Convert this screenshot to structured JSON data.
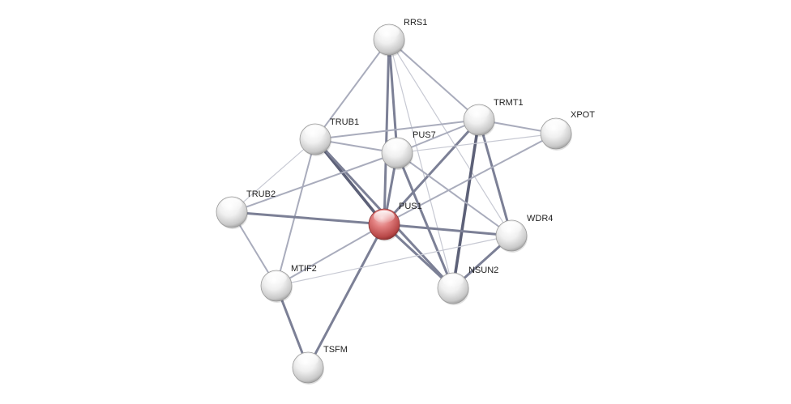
{
  "network": {
    "nodes": [
      {
        "id": "RRS1",
        "label": "RRS1",
        "color": "white"
      },
      {
        "id": "TRMT1",
        "label": "TRMT1",
        "color": "white"
      },
      {
        "id": "XPOT",
        "label": "XPOT",
        "color": "white"
      },
      {
        "id": "TRUB1",
        "label": "TRUB1",
        "color": "white"
      },
      {
        "id": "PUS7",
        "label": "PUS7",
        "color": "white"
      },
      {
        "id": "TRUB2",
        "label": "TRUB2",
        "color": "white"
      },
      {
        "id": "PUS1",
        "label": "PUS1",
        "color": "red"
      },
      {
        "id": "WDR4",
        "label": "WDR4",
        "color": "white"
      },
      {
        "id": "MTIF2",
        "label": "MTIF2",
        "color": "white"
      },
      {
        "id": "NSUN2",
        "label": "NSUN2",
        "color": "white"
      },
      {
        "id": "TSFM",
        "label": "TSFM",
        "color": "white"
      }
    ],
    "edges": [
      {
        "source": "RRS1",
        "target": "TRUB1",
        "strength": 2
      },
      {
        "source": "RRS1",
        "target": "PUS7",
        "strength": 3
      },
      {
        "source": "RRS1",
        "target": "PUS1",
        "strength": 3
      },
      {
        "source": "RRS1",
        "target": "TRMT1",
        "strength": 2
      },
      {
        "source": "RRS1",
        "target": "WDR4",
        "strength": 1
      },
      {
        "source": "RRS1",
        "target": "NSUN2",
        "strength": 1
      },
      {
        "source": "TRMT1",
        "target": "TRUB1",
        "strength": 2
      },
      {
        "source": "TRMT1",
        "target": "PUS7",
        "strength": 2
      },
      {
        "source": "TRMT1",
        "target": "XPOT",
        "strength": 2
      },
      {
        "source": "TRMT1",
        "target": "PUS1",
        "strength": 3
      },
      {
        "source": "TRMT1",
        "target": "NSUN2",
        "strength": 4
      },
      {
        "source": "TRMT1",
        "target": "WDR4",
        "strength": 3
      },
      {
        "source": "XPOT",
        "target": "PUS7",
        "strength": 1
      },
      {
        "source": "XPOT",
        "target": "PUS1",
        "strength": 2
      },
      {
        "source": "TRUB1",
        "target": "PUS7",
        "strength": 2
      },
      {
        "source": "TRUB1",
        "target": "PUS1",
        "strength": 4
      },
      {
        "source": "TRUB1",
        "target": "NSUN2",
        "strength": 3
      },
      {
        "source": "TRUB1",
        "target": "TRUB2",
        "strength": 1
      },
      {
        "source": "TRUB1",
        "target": "MTIF2",
        "strength": 2
      },
      {
        "source": "PUS7",
        "target": "PUS1",
        "strength": 3
      },
      {
        "source": "PUS7",
        "target": "NSUN2",
        "strength": 3
      },
      {
        "source": "PUS7",
        "target": "WDR4",
        "strength": 2
      },
      {
        "source": "PUS7",
        "target": "TRUB2",
        "strength": 2
      },
      {
        "source": "TRUB2",
        "target": "PUS1",
        "strength": 3
      },
      {
        "source": "TRUB2",
        "target": "MTIF2",
        "strength": 2
      },
      {
        "source": "PUS1",
        "target": "WDR4",
        "strength": 3
      },
      {
        "source": "PUS1",
        "target": "NSUN2",
        "strength": 3
      },
      {
        "source": "PUS1",
        "target": "MTIF2",
        "strength": 2
      },
      {
        "source": "PUS1",
        "target": "TSFM",
        "strength": 3
      },
      {
        "source": "MTIF2",
        "target": "WDR4",
        "strength": 1
      },
      {
        "source": "MTIF2",
        "target": "TSFM",
        "strength": 3
      },
      {
        "source": "WDR4",
        "target": "NSUN2",
        "strength": 3
      }
    ]
  }
}
